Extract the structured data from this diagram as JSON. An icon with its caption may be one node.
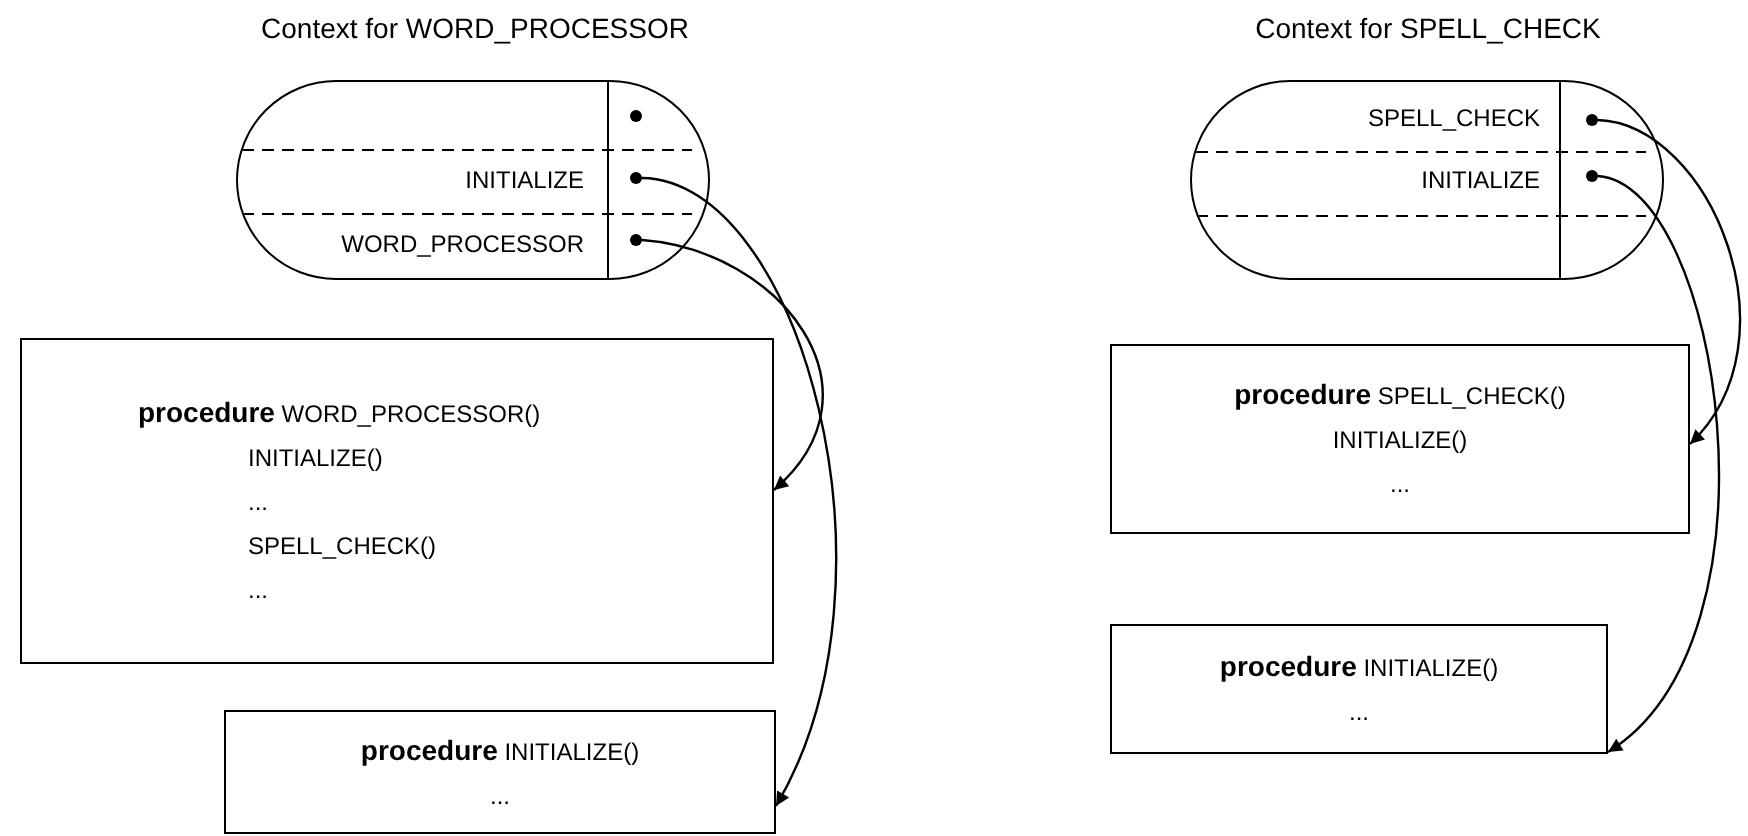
{
  "diagram": {
    "nodes": [
      {
        "text": [
          "Context for WORD_PROCESSOR"
        ]
      },
      {
        "text": [],
        "shape": "circle",
        "in": 0
      },
      {
        "text": [
          "INITIALIZE"
        ],
        "in": 0
      },
      {
        "text": [],
        "shape": "circle",
        "in": 0
      },
      {
        "text": [
          "WORD_PROCESSOR"
        ],
        "in": 0
      },
      {
        "text": [],
        "shape": "circle",
        "in": 0
      },
      {
        "text": [
          "Context for SPELL_CHECK"
        ]
      },
      {
        "text": [
          "SPELL_CHECK"
        ],
        "in": 6
      },
      {
        "text": [],
        "shape": "circle",
        "in": 6
      },
      {
        "text": [
          "INITIALIZE"
        ],
        "in": 6
      },
      {
        "text": [],
        "shape": "circle",
        "in": 6
      },
      {
        "text": [
          "**procedure** WORD_PROCESSOR()",
          "INITIALIZE()",
          "...",
          "SPELL_CHECK()",
          "..."
        ]
      },
      {
        "text": [
          "**procedure** SPELL_CHECK()",
          "INITIALIZE()",
          "..."
        ]
      },
      {
        "text": [
          "**procedure** INITIALIZE()",
          "..."
        ]
      },
      {
        "text": [
          "**procedure** INITIALIZE()",
          "..."
        ]
      }
    ],
    "edges": [
      {
        "from": 3,
        "to": 14,
        "arrow": "to"
      },
      {
        "from": 5,
        "to": 11,
        "arrow": "to"
      },
      {
        "from": 8,
        "to": 12,
        "arrow": "to"
      },
      {
        "from": 10,
        "to": 13,
        "arrow": "to"
      }
    ]
  }
}
